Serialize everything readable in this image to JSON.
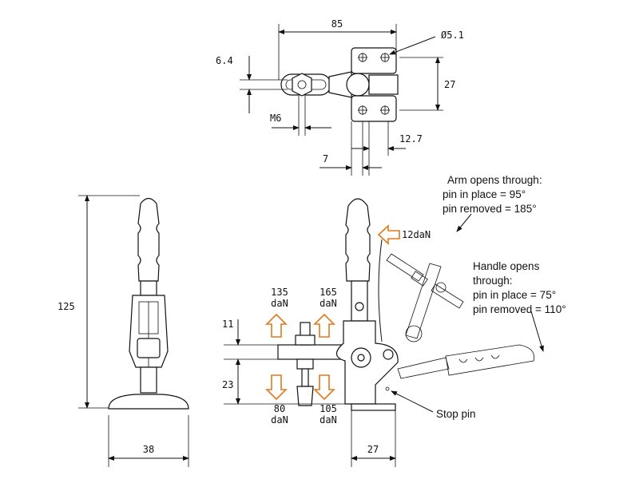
{
  "dimensions": {
    "top_width": "85",
    "hole_dia": "Ø5.1",
    "slot_height": "6.4",
    "plate_height": "27",
    "thread": "M6",
    "spacing_a": "12.7",
    "spacing_b": "7",
    "overall_height": "125",
    "base_width": "38",
    "upper_offset": "11",
    "lower_offset": "23",
    "side_base": "27"
  },
  "forces": {
    "handle": "12daN",
    "up_left_value": "135",
    "up_left_unit": "daN",
    "up_right_value": "165",
    "up_right_unit": "daN",
    "down_left_value": "80",
    "down_left_unit": "daN",
    "down_right_value": "105",
    "down_right_unit": "daN"
  },
  "notes": {
    "arm_line1": "Arm opens through:",
    "arm_line2": "pin in place = 95°",
    "arm_line3": "pin removed = 185°",
    "handle_line1": "Handle opens",
    "handle_line2": "through:",
    "handle_line3": "pin in place = 75°",
    "handle_line4": "pin removed = 110°",
    "stop_pin": "Stop pin"
  },
  "colors": {
    "line": "#111111",
    "force_arrow": "#e07a1c"
  }
}
